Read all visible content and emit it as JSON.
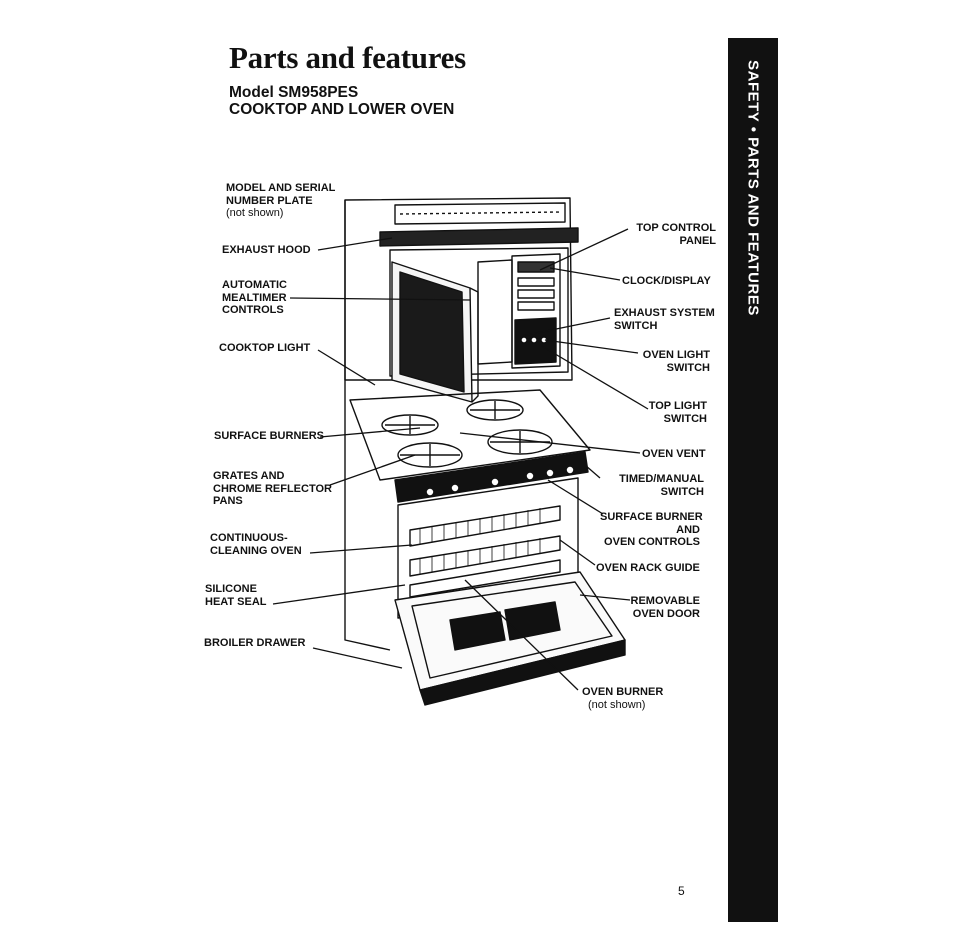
{
  "title": "Parts and features",
  "model": "Model SM958PES",
  "section": "COOKTOP AND LOWER OVEN",
  "side_tab": "SAFETY • PARTS AND FEATURES",
  "page_number": "5",
  "labels_left": {
    "model_serial": {
      "line1": "MODEL AND SERIAL",
      "line2": "NUMBER PLATE",
      "line3": "(not shown)"
    },
    "exhaust_hood": "EXHAUST HOOD",
    "mealtimer": {
      "line1": "AUTOMATIC",
      "line2": "MEALTIMER",
      "line3": "CONTROLS"
    },
    "cooktop_light": "COOKTOP LIGHT",
    "surface_burners": "SURFACE BURNERS",
    "grates": {
      "line1": "GRATES AND",
      "line2": "CHROME REFLECTOR",
      "line3": "PANS"
    },
    "continuous": {
      "line1": "CONTINUOUS-",
      "line2": "CLEANING OVEN"
    },
    "silicone": {
      "line1": "SILICONE",
      "line2": "HEAT SEAL"
    },
    "broiler": "BROILER DRAWER"
  },
  "labels_right": {
    "top_control": {
      "line1": "TOP CONTROL",
      "line2": "PANEL"
    },
    "clock": "CLOCK/DISPLAY",
    "exhaust_switch": {
      "line1": "EXHAUST SYSTEM",
      "line2": "SWITCH"
    },
    "oven_light": {
      "line1": "OVEN LIGHT",
      "line2": "SWITCH"
    },
    "top_light": {
      "line1": "TOP LIGHT",
      "line2": "SWITCH"
    },
    "oven_vent": "OVEN VENT",
    "timed_manual": {
      "line1": "TIMED/MANUAL",
      "line2": "SWITCH"
    },
    "surface_controls": {
      "line1": "SURFACE BURNER",
      "line2": "AND",
      "line3": "OVEN CONTROLS"
    },
    "rack_guide": "OVEN RACK GUIDE",
    "removable_door": {
      "line1": "REMOVABLE",
      "line2": "OVEN DOOR"
    },
    "oven_burner": {
      "line1": "OVEN BURNER",
      "line2": "(not shown)"
    }
  }
}
